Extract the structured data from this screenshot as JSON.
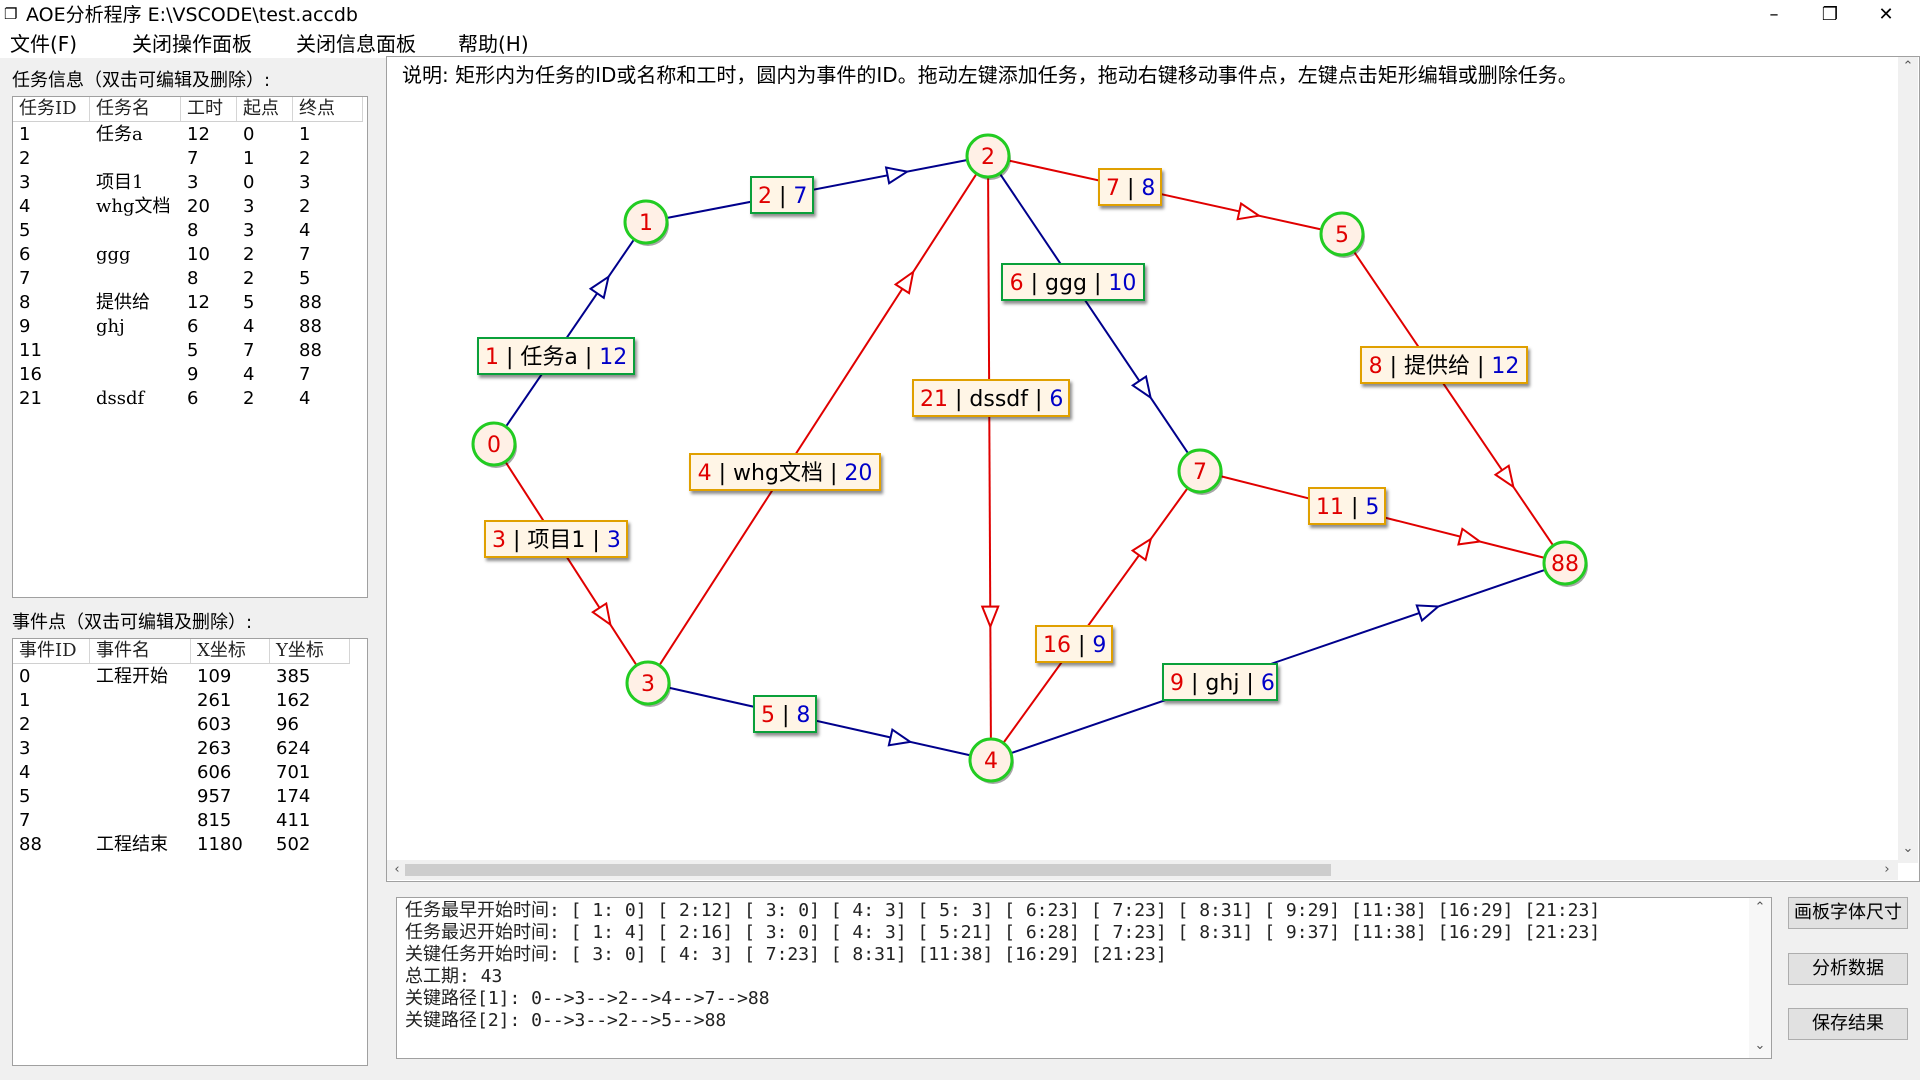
{
  "window": {
    "title": "AOE分析程序 E:\\VSCODE\\test.accdb",
    "minimize_glyph": "–",
    "maximize_glyph": "❐",
    "close_glyph": "✕",
    "icon": "app-icon"
  },
  "menu": [
    "文件(F)",
    "关闭操作面板",
    "关闭信息面板",
    "帮助(H)"
  ],
  "tasks_panel": {
    "caption": "任务信息（双击可编辑及删除）:",
    "columns": [
      "任务ID",
      "任务名",
      "工时",
      "起点",
      "终点"
    ],
    "rows": [
      [
        "1",
        "任务a",
        "12",
        "0",
        "1"
      ],
      [
        "2",
        "",
        "7",
        "1",
        "2"
      ],
      [
        "3",
        "项目1",
        "3",
        "0",
        "3"
      ],
      [
        "4",
        "whg文档",
        "20",
        "3",
        "2"
      ],
      [
        "5",
        "",
        "8",
        "3",
        "4"
      ],
      [
        "6",
        "ggg",
        "10",
        "2",
        "7"
      ],
      [
        "7",
        "",
        "8",
        "2",
        "5"
      ],
      [
        "8",
        "提供给",
        "12",
        "5",
        "88"
      ],
      [
        "9",
        "ghj",
        "6",
        "4",
        "88"
      ],
      [
        "11",
        "",
        "5",
        "7",
        "88"
      ],
      [
        "16",
        "",
        "9",
        "4",
        "7"
      ],
      [
        "21",
        "dssdf",
        "6",
        "2",
        "4"
      ]
    ]
  },
  "events_panel": {
    "caption": "事件点（双击可编辑及删除）:",
    "columns": [
      "事件ID",
      "事件名",
      "X坐标",
      "Y坐标"
    ],
    "rows": [
      [
        "0",
        "工程开始",
        "109",
        "385"
      ],
      [
        "1",
        "",
        "261",
        "162"
      ],
      [
        "2",
        "",
        "603",
        "96"
      ],
      [
        "3",
        "",
        "263",
        "624"
      ],
      [
        "4",
        "",
        "606",
        "701"
      ],
      [
        "5",
        "",
        "957",
        "174"
      ],
      [
        "7",
        "",
        "815",
        "411"
      ],
      [
        "88",
        "工程结束",
        "1180",
        "502"
      ]
    ]
  },
  "canvas": {
    "description": "说明: 矩形内为任务的ID或名称和工时，圆内为事件的ID。拖动左键添加任务，拖动右键移动事件点，左键点击矩形编辑或删除任务。",
    "colors": {
      "critical_edge": "#e00000",
      "normal_edge": "#00008c",
      "node_border": "#22cc22",
      "node_fill": "#fff0e6",
      "node_text": "#e00000"
    },
    "nodes": [
      {
        "id": "0"
      },
      {
        "id": "1"
      },
      {
        "id": "2"
      },
      {
        "id": "3"
      },
      {
        "id": "4"
      },
      {
        "id": "5"
      },
      {
        "id": "7"
      },
      {
        "id": "88"
      }
    ],
    "tasks": [
      {
        "id": "1",
        "name": "任务a",
        "dur": "12",
        "from": "0",
        "to": "1",
        "critical": false
      },
      {
        "id": "2",
        "name": "",
        "dur": "7",
        "from": "1",
        "to": "2",
        "critical": false
      },
      {
        "id": "3",
        "name": "项目1",
        "dur": "3",
        "from": "0",
        "to": "3",
        "critical": true
      },
      {
        "id": "4",
        "name": "whg文档",
        "dur": "20",
        "from": "3",
        "to": "2",
        "critical": true
      },
      {
        "id": "5",
        "name": "",
        "dur": "8",
        "from": "3",
        "to": "4",
        "critical": false
      },
      {
        "id": "6",
        "name": "ggg",
        "dur": "10",
        "from": "2",
        "to": "7",
        "critical": false
      },
      {
        "id": "7",
        "name": "",
        "dur": "8",
        "from": "2",
        "to": "5",
        "critical": true
      },
      {
        "id": "8",
        "name": "提供给",
        "dur": "12",
        "from": "5",
        "to": "88",
        "critical": true
      },
      {
        "id": "9",
        "name": "ghj",
        "dur": "6",
        "from": "4",
        "to": "88",
        "critical": false
      },
      {
        "id": "11",
        "name": "",
        "dur": "5",
        "from": "7",
        "to": "88",
        "critical": true
      },
      {
        "id": "16",
        "name": "",
        "dur": "9",
        "from": "4",
        "to": "7",
        "critical": true
      },
      {
        "id": "21",
        "name": "dssdf",
        "dur": "6",
        "from": "2",
        "to": "4",
        "critical": true
      }
    ]
  },
  "output": {
    "lines": [
      "任务最早开始时间: [ 1: 0] [ 2:12] [ 3: 0] [ 4: 3] [ 5: 3] [ 6:23] [ 7:23] [ 8:31] [ 9:29] [11:38] [16:29] [21:23]",
      "任务最迟开始时间: [ 1: 4] [ 2:16] [ 3: 0] [ 4: 3] [ 5:21] [ 6:28] [ 7:23] [ 8:31] [ 9:37] [11:38] [16:29] [21:23]",
      "关键任务开始时间: [ 3: 0] [ 4: 3] [ 7:23] [ 8:31] [11:38] [16:29] [21:23]",
      "总工期: 43",
      "关键路径[1]: 0-->3-->2-->4-->7-->88",
      "关键路径[2]: 0-->3-->2-->5-->88"
    ]
  },
  "buttons": {
    "font_size": "画板字体尺寸",
    "analyze": "分析数据",
    "save": "保存结果"
  }
}
